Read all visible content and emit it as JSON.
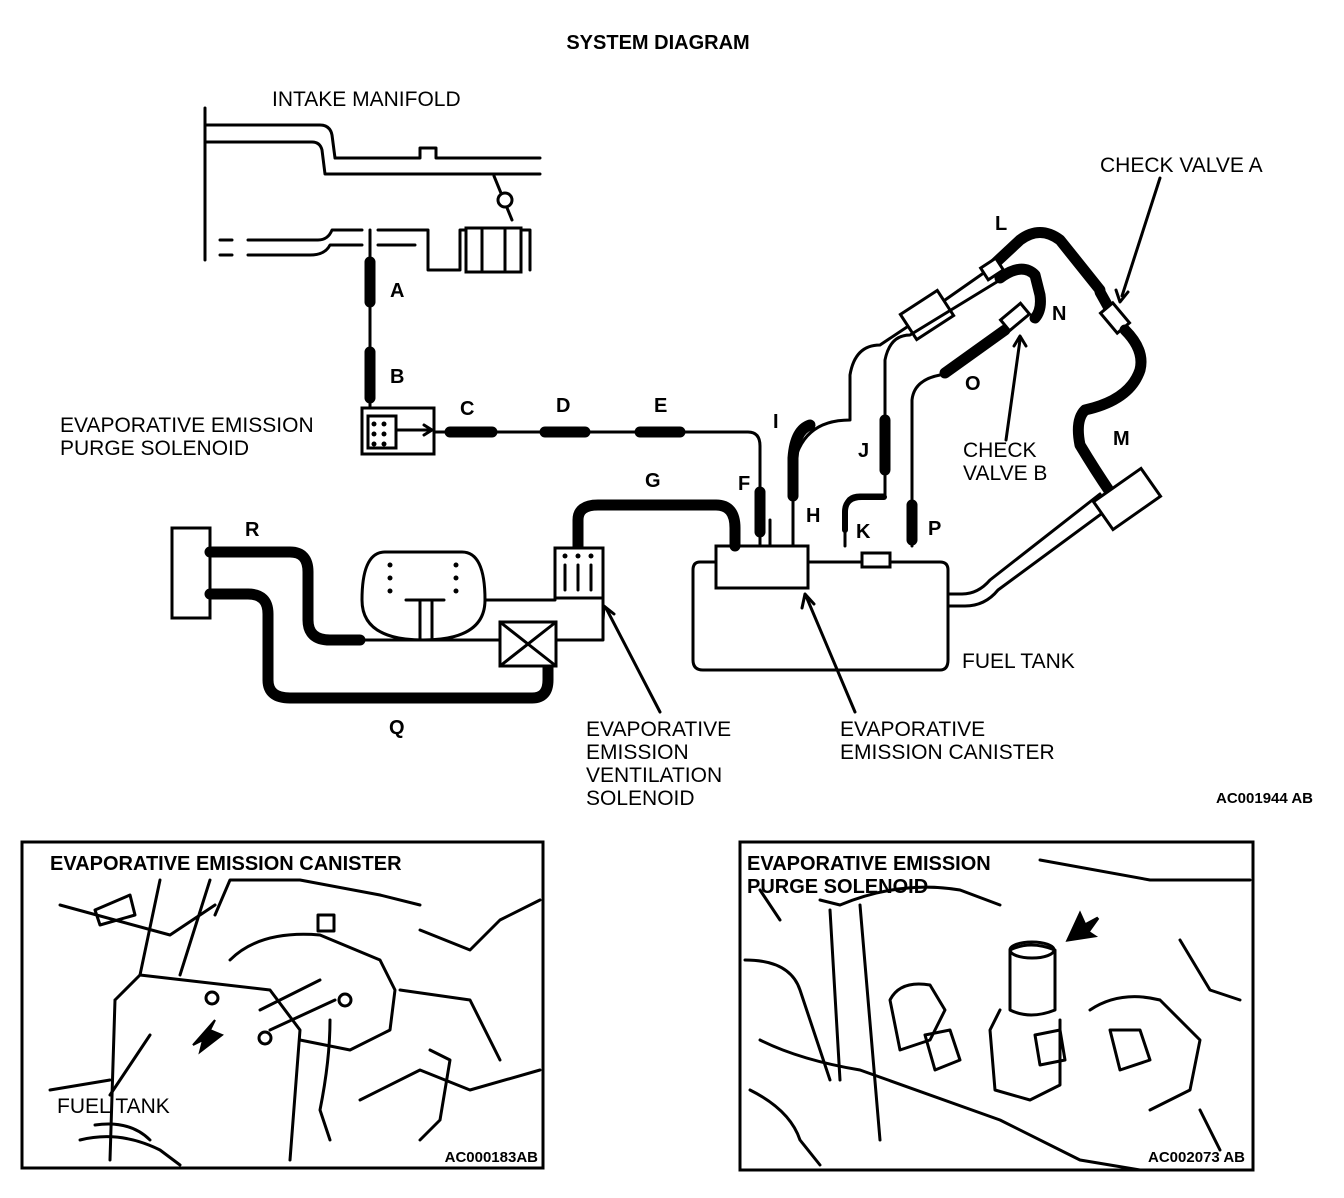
{
  "title": "SYSTEM DIAGRAM",
  "labels": {
    "intake_manifold": "INTAKE MANIFOLD",
    "check_valve_a": "CHECK VALVE A",
    "purge_solenoid_1": "EVAPORATIVE EMISSION",
    "purge_solenoid_2": "PURGE SOLENOID",
    "check_valve_b_1": "CHECK",
    "check_valve_b_2": "VALVE B",
    "fuel_tank": "FUEL TANK",
    "ventilation_1": "EVAPORATIVE",
    "ventilation_2": "EMISSION",
    "ventilation_3": "VENTILATION",
    "ventilation_4": "SOLENOID",
    "canister_1": "EVAPORATIVE",
    "canister_2": "EMISSION CANISTER"
  },
  "hose_letters": {
    "A": "A",
    "B": "B",
    "C": "C",
    "D": "D",
    "E": "E",
    "F": "F",
    "G": "G",
    "H": "H",
    "I": "I",
    "J": "J",
    "K": "K",
    "L": "L",
    "M": "M",
    "N": "N",
    "O": "O",
    "P": "P",
    "Q": "Q",
    "R": "R"
  },
  "codes": {
    "main": "AC001944 AB",
    "left": "AC000183AB",
    "right": "AC002073 AB"
  },
  "left_inset": {
    "title": "EVAPORATIVE EMISSION CANISTER",
    "label": "FUEL TANK"
  },
  "right_inset": {
    "title_1": "EVAPORATIVE EMISSION",
    "title_2": "PURGE SOLENOID"
  }
}
